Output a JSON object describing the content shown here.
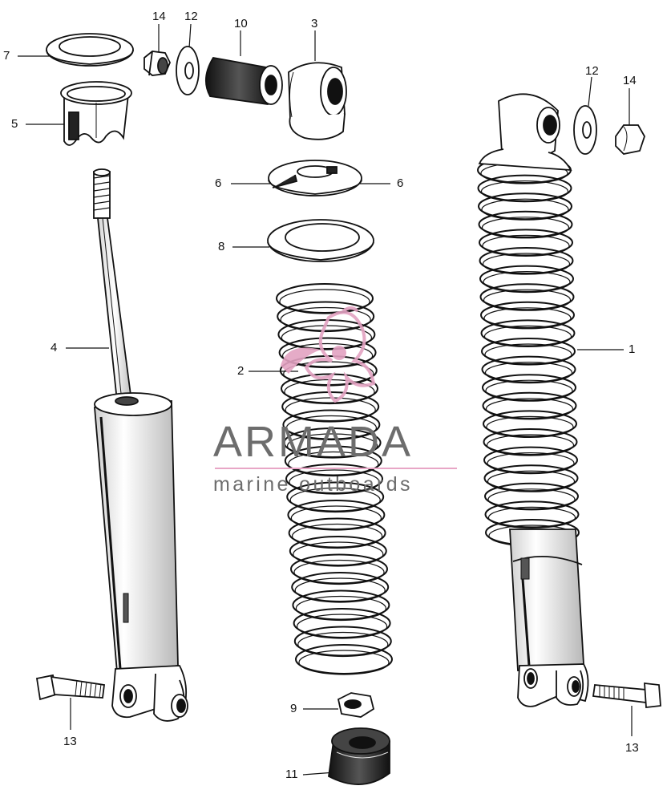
{
  "colors": {
    "ink": "#111111",
    "spring_fill": "#c9c9c9",
    "watermark_text": "#6d6d6d",
    "watermark_accent": "#e3a2c2"
  },
  "callouts": {
    "p7": "7",
    "p5": "5",
    "p14_left": "14",
    "p12_left": "12",
    "p10": "10",
    "p3": "3",
    "p12_right": "12",
    "p14_right": "14",
    "p6_left": "6",
    "p6_right": "6",
    "p8": "8",
    "p4": "4",
    "p2": "2",
    "p1": "1",
    "p13_left": "13",
    "p13_right": "13",
    "p9": "9",
    "p11": "11"
  },
  "watermark": {
    "name": "ARMADA",
    "tagline": "marine outboards"
  }
}
